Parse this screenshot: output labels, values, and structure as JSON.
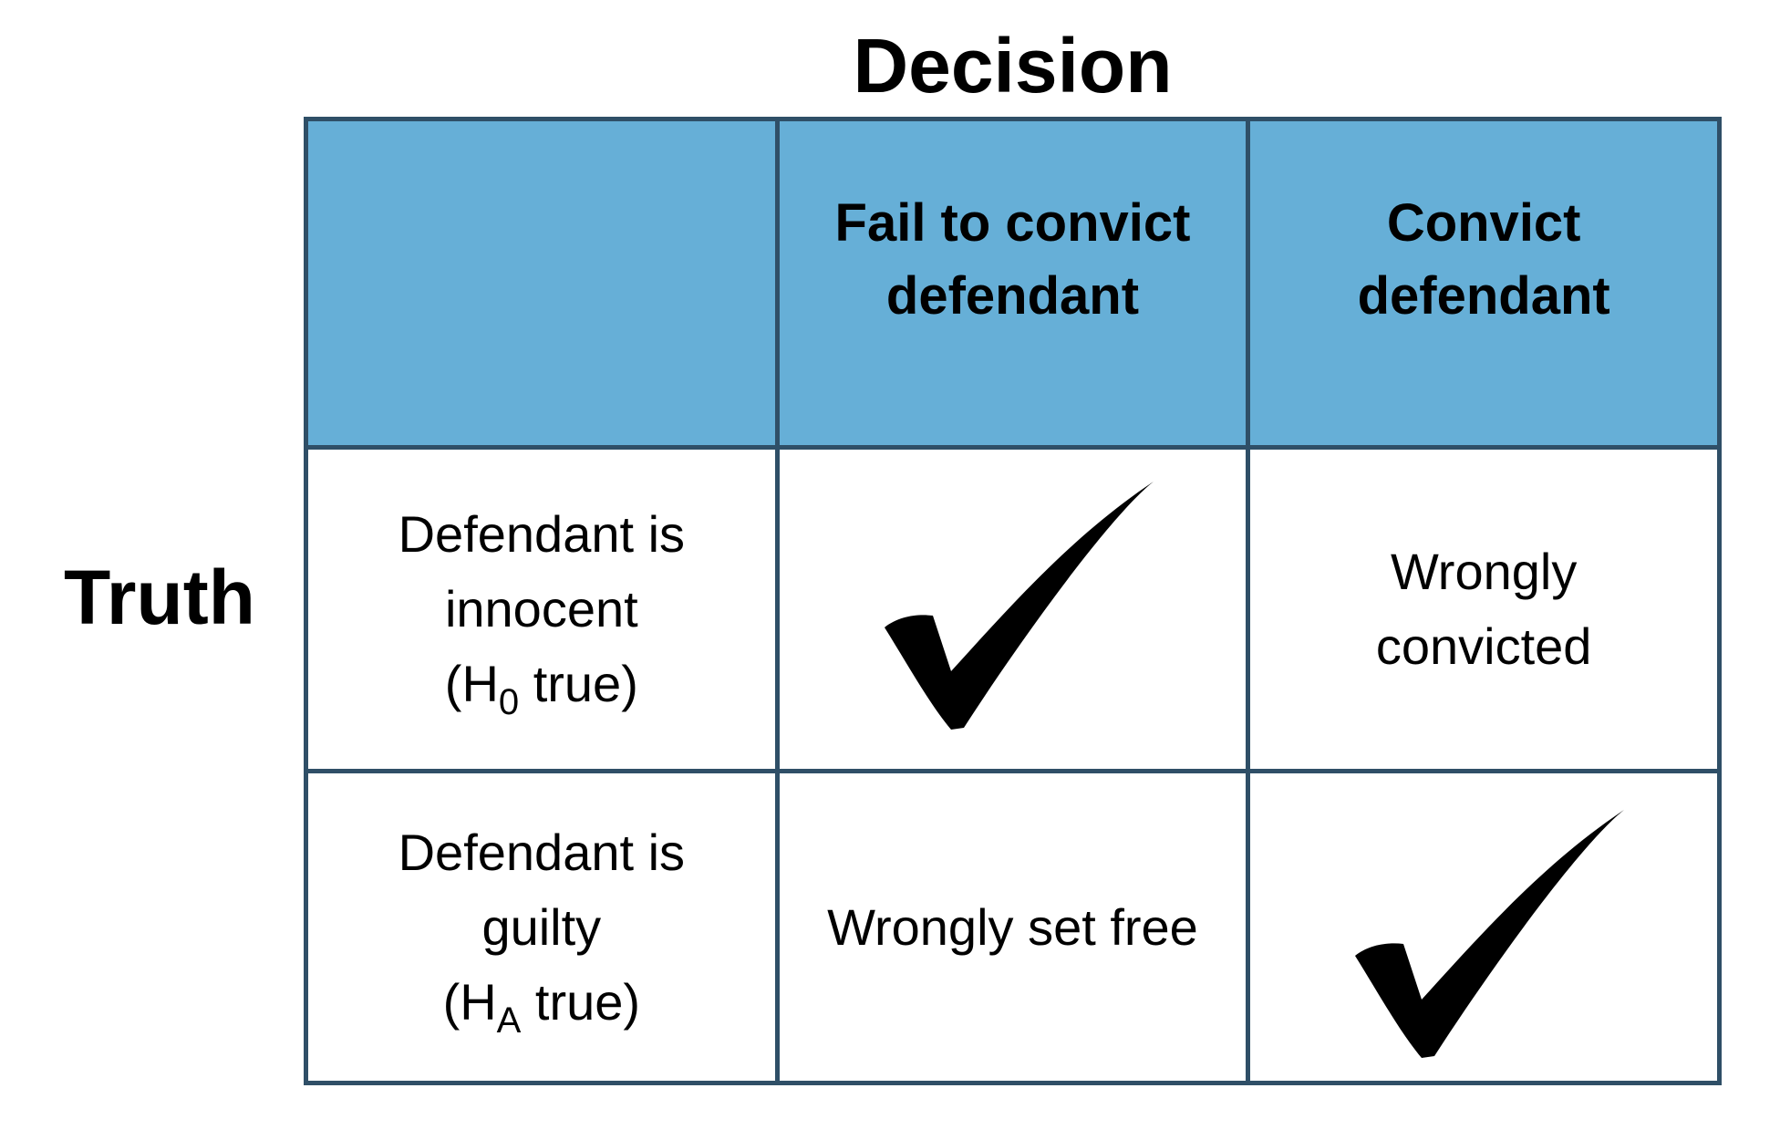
{
  "titles": {
    "decision": "Decision",
    "truth": "Truth"
  },
  "columns": {
    "col1": [
      "Fail to convict",
      "defendant"
    ],
    "col2": [
      "Convict",
      "defendant"
    ]
  },
  "rows": {
    "row1": {
      "label_line1": "Defendant is",
      "label_line2": "innocent",
      "hyp_open": "(H",
      "hyp_sub": "0",
      "hyp_close": " true)",
      "cell_col1_icon": "check-mark-icon",
      "cell_col2": [
        "Wrongly",
        "convicted"
      ]
    },
    "row2": {
      "label_line1": "Defendant is",
      "label_line2": "guilty",
      "hyp_open": "(H",
      "hyp_sub": "A",
      "hyp_close": " true)",
      "cell_col1": "Wrongly set free",
      "cell_col2_icon": "check-mark-icon"
    }
  },
  "colors": {
    "header_fill": "#66afd7",
    "border": "#2f4f67"
  }
}
